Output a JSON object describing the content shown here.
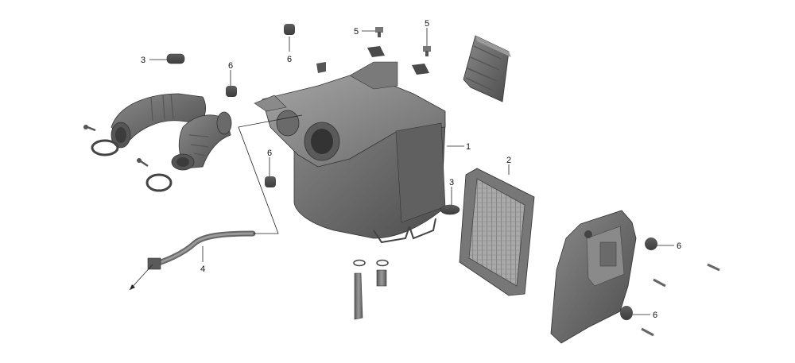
{
  "diagram": {
    "callouts": [
      {
        "id": "c1",
        "text": "1"
      },
      {
        "id": "c2",
        "text": "2"
      },
      {
        "id": "c3a",
        "text": "3"
      },
      {
        "id": "c3b",
        "text": "3"
      },
      {
        "id": "c4",
        "text": "4"
      },
      {
        "id": "c5a",
        "text": "5"
      },
      {
        "id": "c5b",
        "text": "5"
      },
      {
        "id": "c6a",
        "text": "6"
      },
      {
        "id": "c6b",
        "text": "6"
      },
      {
        "id": "c6c",
        "text": "6"
      },
      {
        "id": "c6d",
        "text": "6"
      },
      {
        "id": "c6e",
        "text": "6"
      }
    ]
  }
}
